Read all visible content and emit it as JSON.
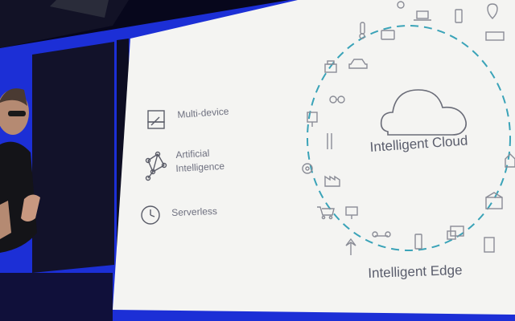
{
  "features": [
    {
      "label": "Multi-device",
      "icon": "multi-device-icon"
    },
    {
      "label_line1": "Artificial",
      "label_line2": "Intelligence",
      "icon": "neural-network-icon"
    },
    {
      "label": "Serverless",
      "icon": "clock-icon"
    }
  ],
  "cloud": {
    "label": "Intelligent Cloud",
    "icon": "cloud-icon"
  },
  "edge": {
    "label": "Intelligent Edge"
  },
  "colors": {
    "backdrop_blue": "#1c2fd6",
    "screen_white": "#f4f4f2",
    "icon_teal": "#3aa3b8",
    "icon_grey": "#8a8c96"
  }
}
